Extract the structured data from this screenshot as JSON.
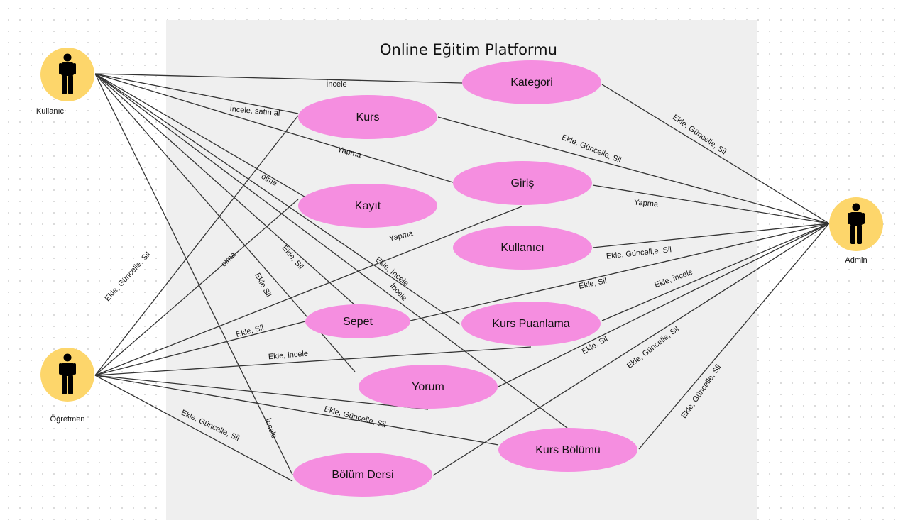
{
  "diagram": {
    "title": "Online Eğitim Platformu",
    "colors": {
      "actor_circle": "#fdd66b",
      "use_case": "#f58ee0",
      "system_boundary": "#efefef",
      "line": "#333333"
    },
    "actors": [
      {
        "id": "kullanici",
        "label": "Kullanıcı",
        "icon": "person-icon"
      },
      {
        "id": "ogretmen",
        "label": "Öğretmen",
        "icon": "person-icon"
      },
      {
        "id": "admin",
        "label": "Admin",
        "icon": "person-icon"
      }
    ],
    "use_cases": [
      {
        "id": "kategori",
        "label": "Kategori"
      },
      {
        "id": "kurs",
        "label": "Kurs"
      },
      {
        "id": "giris",
        "label": "Giriş"
      },
      {
        "id": "kayit",
        "label": "Kayıt"
      },
      {
        "id": "kullanici_uc",
        "label": "Kullanıcı"
      },
      {
        "id": "sepet",
        "label": "Sepet"
      },
      {
        "id": "kurs_puanlama",
        "label": "Kurs Puanlama"
      },
      {
        "id": "yorum",
        "label": "Yorum"
      },
      {
        "id": "kurs_bolumu",
        "label": "Kurs Bölümü"
      },
      {
        "id": "bolum_dersi",
        "label": "Bölüm Dersi"
      }
    ],
    "associations": [
      {
        "from": "kullanici",
        "to": "kategori",
        "label": "İncele"
      },
      {
        "from": "kullanici",
        "to": "kurs",
        "label": "İncele, satın al"
      },
      {
        "from": "kullanici",
        "to": "giris",
        "label": "Yapma"
      },
      {
        "from": "kullanici",
        "to": "kayit",
        "label": "olma"
      },
      {
        "from": "kullanici",
        "to": "sepet",
        "label": "Ekle, Sil"
      },
      {
        "from": "kullanici",
        "to": "kurs_puanlama",
        "label": "Ekle, İncele"
      },
      {
        "from": "kullanici",
        "to": "yorum",
        "label": "Ekle Sil"
      },
      {
        "from": "kullanici",
        "to": "kurs_bolumu",
        "label": "İncele"
      },
      {
        "from": "kullanici",
        "to": "bolum_dersi",
        "label": "İncele"
      },
      {
        "from": "ogretmen",
        "to": "kurs",
        "label": "Ekle, Güncelle, Sil"
      },
      {
        "from": "ogretmen",
        "to": "giris",
        "label": "Yapma"
      },
      {
        "from": "ogretmen",
        "to": "kayit",
        "label": "olma"
      },
      {
        "from": "ogretmen",
        "to": "sepet",
        "label": "Ekle, Sil"
      },
      {
        "from": "ogretmen",
        "to": "kurs_puanlama",
        "label": "Ekle, incele"
      },
      {
        "from": "ogretmen",
        "to": "yorum",
        "label": ""
      },
      {
        "from": "ogretmen",
        "to": "kurs_bolumu",
        "label": "Ekle, Güncelle, Sil"
      },
      {
        "from": "ogretmen",
        "to": "bolum_dersi",
        "label": "Ekle, Güncelle, Sil"
      },
      {
        "from": "admin",
        "to": "kategori",
        "label": "Ekle, Güncelle, Sil"
      },
      {
        "from": "admin",
        "to": "kurs",
        "label": "Ekle, Güncelle, Sil"
      },
      {
        "from": "admin",
        "to": "giris",
        "label": "Yapma"
      },
      {
        "from": "admin",
        "to": "kullanici_uc",
        "label": "Ekle, Güncell,e, Sil"
      },
      {
        "from": "admin",
        "to": "sepet",
        "label": "Ekle, Sil"
      },
      {
        "from": "admin",
        "to": "kurs_puanlama",
        "label": "Ekle, incele"
      },
      {
        "from": "admin",
        "to": "yorum",
        "label": "Ekle, Sil"
      },
      {
        "from": "admin",
        "to": "bolum_dersi",
        "label": "Ekle, Güncelle, Sil"
      },
      {
        "from": "admin",
        "to": "kurs_bolumu",
        "label": "Ekle, Güncelle, Sil"
      }
    ]
  }
}
